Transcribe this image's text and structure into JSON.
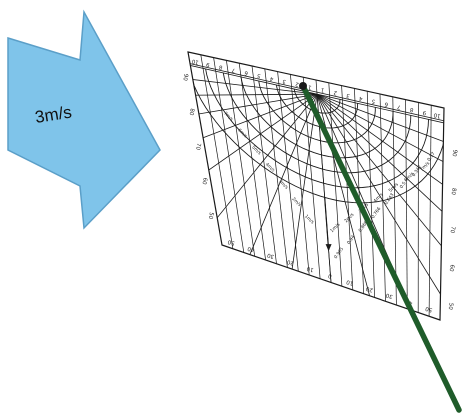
{
  "arrow": {
    "label": "3m/s",
    "fill_color": "#7fc4ea",
    "stroke_color": "#5b9fc8"
  },
  "board": {
    "top_scale": [
      "10",
      "9",
      "8",
      "7",
      "6",
      "5",
      "4",
      "3",
      "2",
      "1",
      "1",
      "2",
      "3",
      "4",
      "5",
      "6",
      "7",
      "8",
      "9",
      "10"
    ],
    "right_scale": [
      "90",
      "80",
      "70",
      "60",
      "50"
    ],
    "left_scale": [
      "90",
      "80",
      "70",
      "60",
      "50"
    ],
    "bottom_scale": [
      "50",
      "40",
      "30",
      "20",
      "10",
      "0",
      "10",
      "20",
      "30",
      "40",
      "50"
    ],
    "speed_labels": [
      "1m/s",
      "2m/s",
      "3m/s",
      "4m/s",
      "5m/s",
      "6m/s",
      "7m/s"
    ],
    "factor_labels": [
      "0.985",
      "0.94",
      "0.866",
      "0.766",
      "0.643",
      "0.5",
      "0.342",
      "0.17"
    ],
    "line_color": "#1a1a1a"
  },
  "needle": {
    "color": "#1f5c2a"
  }
}
